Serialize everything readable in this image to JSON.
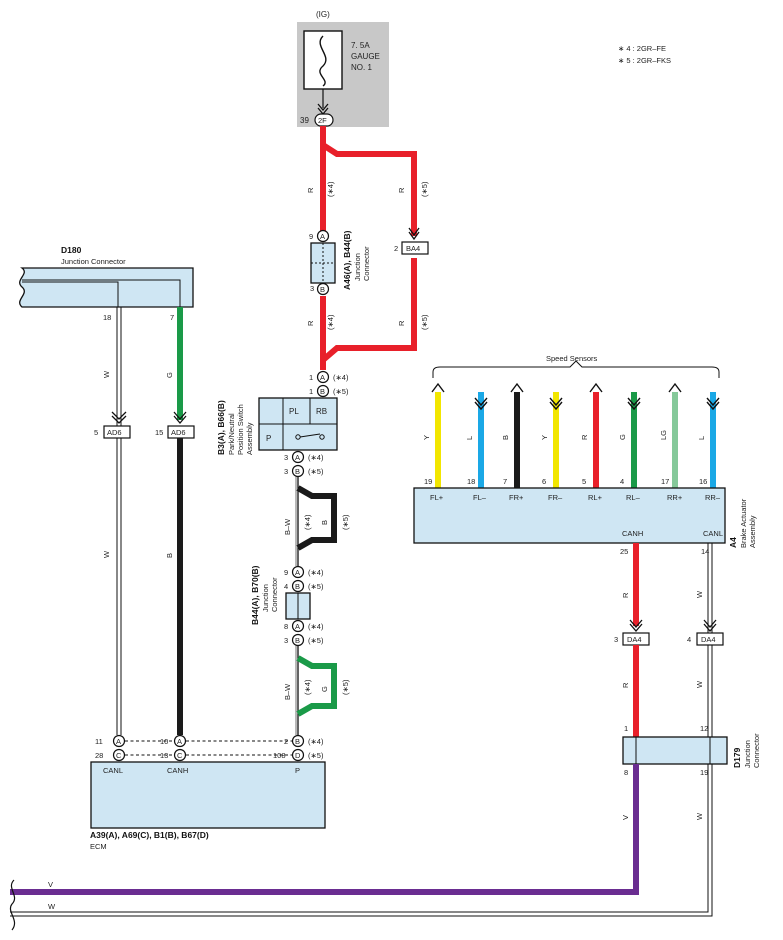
{
  "notes": {
    "n4": "∗ 4 : 2GR–FE",
    "n5": "∗ 5 : 2GR–FKS"
  },
  "fuse": {
    "supply": "(IG)",
    "line1": "7. 5A",
    "line2": "GAUGE",
    "line3": "NO. 1",
    "pin": "39",
    "terminal": "2F"
  },
  "d180": {
    "code": "D180",
    "name": "Junction Connector",
    "pin_w": "18",
    "pin_g": "7"
  },
  "ad6": {
    "code": "AD6",
    "pin_w": "5",
    "pin_b": "15"
  },
  "a46": {
    "code": "A46(A), B44(B)",
    "name1": "Junction",
    "name2": "Connector",
    "pin_top": "9",
    "pin_bot": "3",
    "letter_a": "A",
    "letter_b": "B"
  },
  "ba4": {
    "code": "BA4",
    "pin": "2"
  },
  "b3": {
    "code": "B3(A), B66(B)",
    "name1": "Park/Neutral",
    "name2": "Position Switch",
    "name3": "Assembly",
    "pl": "PL",
    "rb": "RB",
    "p": "P",
    "in_a": "1",
    "in_b": "1",
    "out_a": "3",
    "out_b": "3"
  },
  "b44b": {
    "code": "B44(A), B70(B)",
    "name1": "Junction",
    "name2": "Connector",
    "p1": "9",
    "p2": "4",
    "p3": "8",
    "p4": "3"
  },
  "ecm": {
    "code": "A39(A), A69(C), B1(B), B67(D)",
    "name": "ECM",
    "canl": "CANL",
    "canh": "CANH",
    "p": "P",
    "canl_a": "11",
    "canl_c": "28",
    "canh_a": "10",
    "canh_c": "13",
    "p_b": "2",
    "p_d": "108"
  },
  "speed_sensors": {
    "title": "Speed Sensors",
    "terminals": [
      {
        "label": "FL+",
        "pin": "19",
        "wire": "Y",
        "color": "#f2e600",
        "dir": "up"
      },
      {
        "label": "FL–",
        "pin": "18",
        "wire": "L",
        "color": "#1aa8e6",
        "dir": "down"
      },
      {
        "label": "FR+",
        "pin": "7",
        "wire": "B",
        "color": "#1a1a1a",
        "dir": "up"
      },
      {
        "label": "FR–",
        "pin": "6",
        "wire": "Y",
        "color": "#f2e600",
        "dir": "down"
      },
      {
        "label": "RL+",
        "pin": "5",
        "wire": "R",
        "color": "#e8202a",
        "dir": "up"
      },
      {
        "label": "RL–",
        "pin": "4",
        "wire": "G",
        "color": "#1a9a48",
        "dir": "down"
      },
      {
        "label": "RR+",
        "pin": "17",
        "wire": "LG",
        "color": "#86c99a",
        "dir": "up"
      },
      {
        "label": "RR–",
        "pin": "16",
        "wire": "L",
        "color": "#1aa8e6",
        "dir": "down"
      }
    ]
  },
  "a4": {
    "code": "A4",
    "name1": "Brake Actuator",
    "name2": "Assembly",
    "canh": "CANH",
    "canl": "CANL",
    "canh_pin": "25",
    "canl_pin": "14"
  },
  "da4": {
    "code": "DA4",
    "pin_r": "3",
    "pin_w": "4"
  },
  "d179": {
    "code": "D179",
    "name1": "Junction",
    "name2": "Connector",
    "p1": "1",
    "p12": "12",
    "p8": "8",
    "p19": "19"
  },
  "wires": {
    "r": "R",
    "b": "B",
    "w": "W",
    "g": "G",
    "v": "V",
    "bw": "B–W",
    "s4": "(∗4)",
    "s5": "(∗5)"
  },
  "colors": {
    "red": "#e8202a",
    "black": "#1a1a1a",
    "green": "#1a9a48",
    "violet": "#6a2d91",
    "white_wire": "#ffffff",
    "box": "#cfe6f3",
    "fuse_bg": "#c8c8c8"
  }
}
